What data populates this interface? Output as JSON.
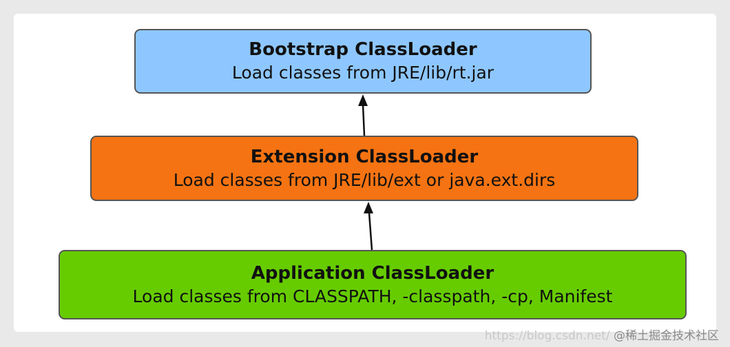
{
  "diagram": {
    "nodes": [
      {
        "id": "bootstrap",
        "title": "Bootstrap ClassLoader",
        "description": "Load classes from JRE/lib/rt.jar",
        "color": "#8ec7ff"
      },
      {
        "id": "extension",
        "title": "Extension ClassLoader",
        "description": "Load classes from JRE/lib/ext or java.ext.dirs",
        "color": "#f57312"
      },
      {
        "id": "application",
        "title": "Application ClassLoader",
        "description": "Load classes from CLASSPATH, -classpath, -cp, Manifest",
        "color": "#66cc00"
      }
    ],
    "edges": [
      {
        "from": "extension",
        "to": "bootstrap"
      },
      {
        "from": "application",
        "to": "extension"
      }
    ]
  },
  "watermark": {
    "url": "https://blog.csdn.net/",
    "brand": "@稀土掘金技术社区"
  }
}
